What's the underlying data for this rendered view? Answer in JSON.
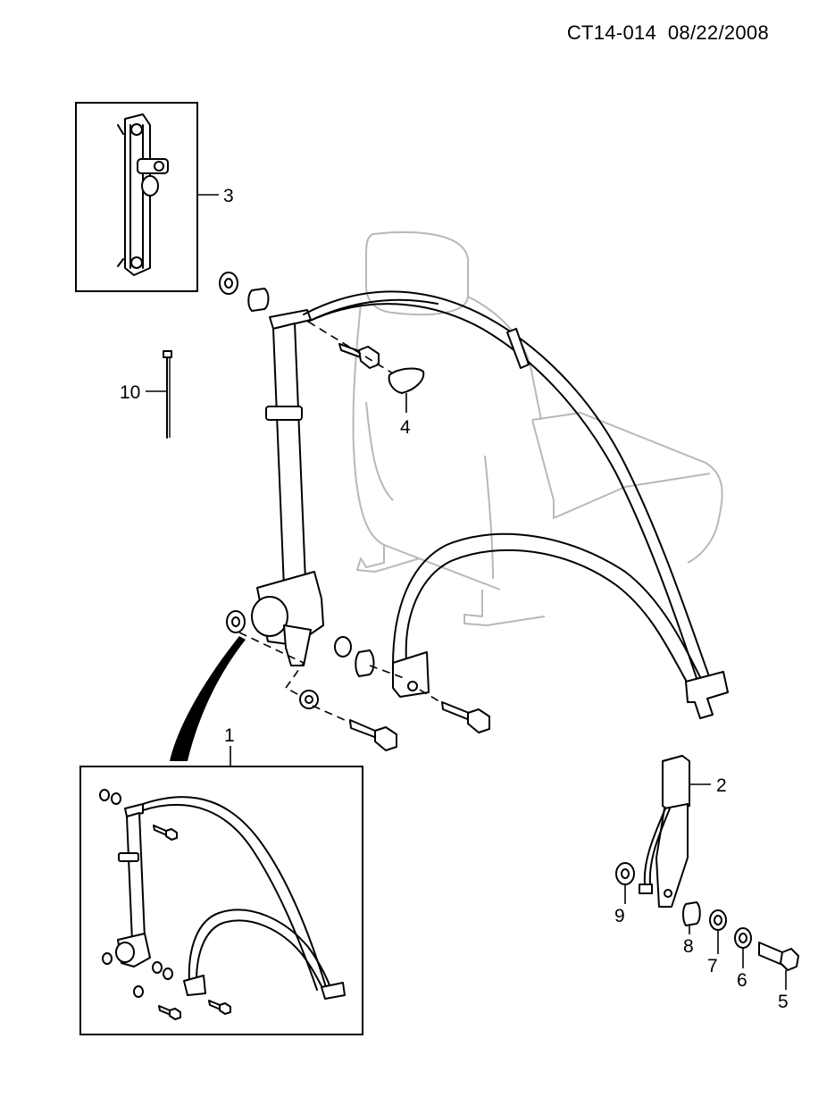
{
  "header": {
    "code": "CT14-014",
    "date": "08/22/2008"
  },
  "callouts": {
    "p1": "1",
    "p2": "2",
    "p3": "3",
    "p4": "4",
    "p5": "5",
    "p6": "6",
    "p7": "7",
    "p8": "8",
    "p9": "9",
    "p10": "10"
  }
}
